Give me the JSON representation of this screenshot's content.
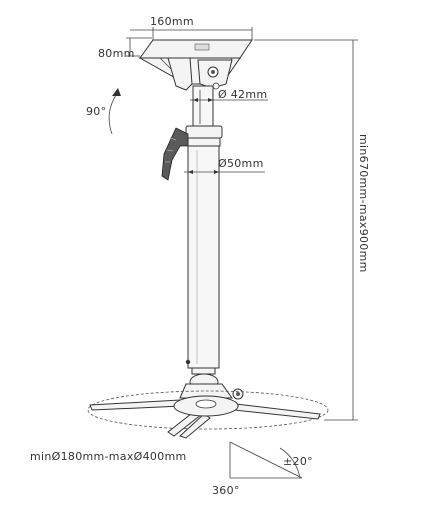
{
  "diagram": {
    "labels": {
      "plate_width": "160mm",
      "plate_depth": "80mm",
      "tilt_angle": "90°",
      "upper_tube_diameter": "Ø 42mm",
      "lower_tube_diameter": "Ø50mm",
      "height_range": "min670mm-max900mm",
      "arm_span": "minØ180mm-maxØ400mm",
      "pitch_angle": "±20°",
      "rotation_angle": "360°"
    }
  }
}
